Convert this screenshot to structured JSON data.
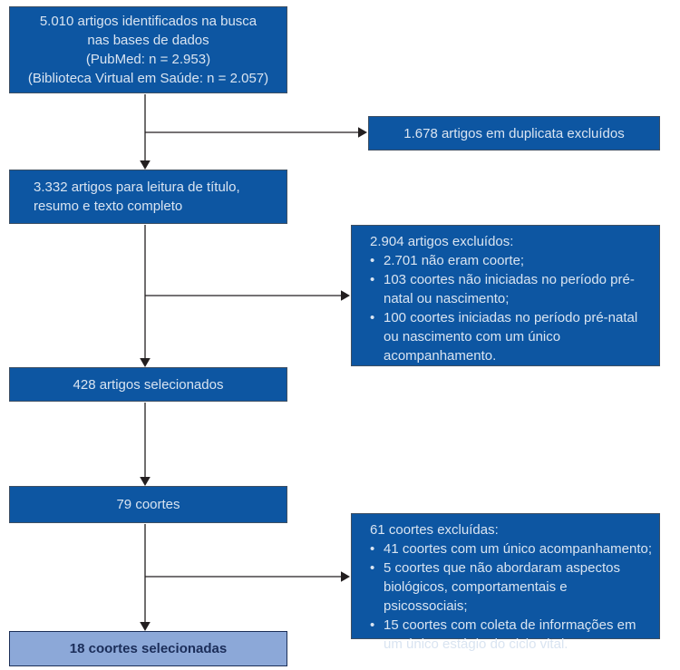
{
  "flowchart": {
    "identified": {
      "line1": "5.010 artigos identificados na busca",
      "line2": "nas bases de dados",
      "line3": "(PubMed: n = 2.953)",
      "line4": "(Biblioteca Virtual em Saúde: n = 2.057)"
    },
    "duplicates_excluded": "1.678 artigos em duplicata excluídos",
    "screening": {
      "line1": "3.332 artigos para leitura de título,",
      "line2": "resumo e texto completo"
    },
    "excluded_articles": {
      "heading": "2.904 artigos excluídos:",
      "bullets": [
        "2.701 não eram coorte;",
        "103 coortes não iniciadas no período pré-natal ou nascimento;",
        "100 coortes iniciadas no período pré-natal ou nascimento com um único acompanhamento."
      ]
    },
    "selected_articles": "428 artigos selecionados",
    "cohorts": "79 coortes",
    "excluded_cohorts": {
      "heading": "61 coortes excluídas:",
      "bullets": [
        "41 coortes com um único acompanhamento;",
        "5 coortes que não abordaram aspectos biológicos, comportamentais e psicossociais;",
        "15 coortes com coleta de informações em um único estágio do ciclo vital."
      ]
    },
    "selected_cohorts": "18 coortes selecionadas"
  },
  "colors": {
    "box_fill": "#0d56a2",
    "box_border": "#3d4f63",
    "box_text": "#d9e4f1",
    "highlight_fill": "#8ca8d8",
    "highlight_border": "#1c2f57",
    "highlight_text": "#1b2d59",
    "connector": "#231f20",
    "background": "#ffffff"
  }
}
